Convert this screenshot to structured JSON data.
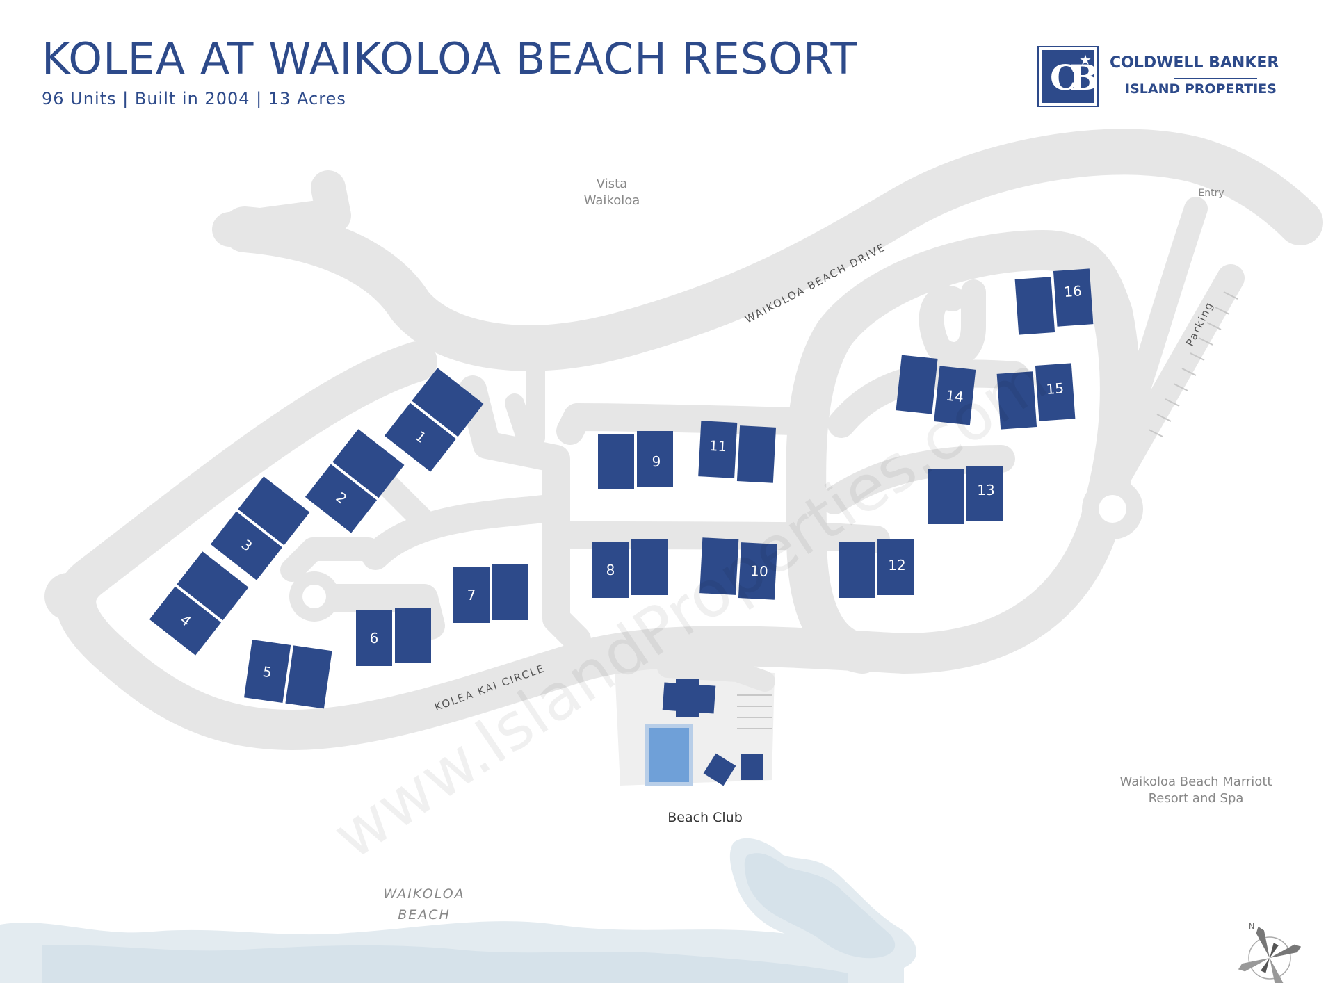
{
  "header": {
    "title": "KOLEA AT WAIKOLOA BEACH RESORT",
    "subtitle": "96 Units | Built in 2004 | 13 Acres"
  },
  "logo": {
    "line1": "COLDWELL BANKER",
    "line2": "ISLAND PROPERTIES"
  },
  "map": {
    "labels": {
      "vista_line1": "Vista",
      "vista_line2": "Waikoloa",
      "entry": "Entry",
      "parking": "Parking",
      "beach_drive": "WAIKOLOA BEACH DRIVE",
      "kai_circle": "KOLEA KAI CIRCLE",
      "beach_club": "Beach Club",
      "marriott_line1": "Waikoloa Beach Marriott",
      "marriott_line2": "Resort and Spa",
      "beach_line1": "WAIKOLOA",
      "beach_line2": "BEACH"
    },
    "watermark": "www.IslandProperties.com",
    "compass_letter": "N",
    "buildings": [
      "1",
      "2",
      "3",
      "4",
      "5",
      "6",
      "7",
      "8",
      "9",
      "10",
      "11",
      "12",
      "13",
      "14",
      "15",
      "16"
    ],
    "colors": {
      "building": "#2d4a8a",
      "road": "#e6e6e6",
      "water": "#e3ebf0",
      "pool": "#6fa0d8"
    }
  }
}
